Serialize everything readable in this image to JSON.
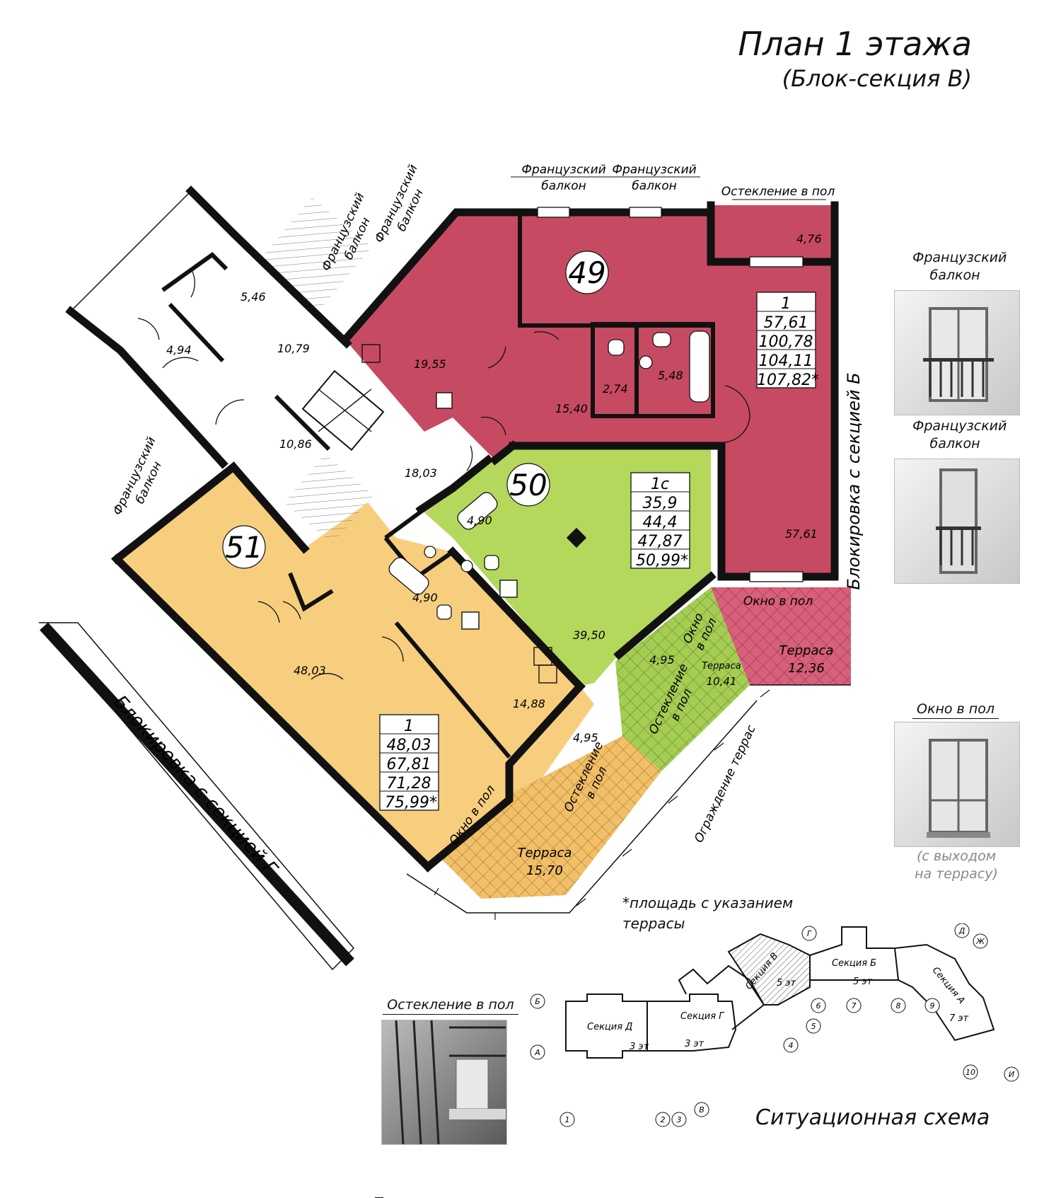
{
  "header": {
    "title": "План 1 этажа",
    "subtitle": "(Блок-секция В)"
  },
  "colors": {
    "apt49": "#c64b62",
    "apt50": "#b3d85c",
    "apt51": "#f7ce7e",
    "terrace49": "#d8607a",
    "terrace50": "#a4cd52",
    "terrace51": "#f1bf68",
    "wall": "#111111"
  },
  "apartments": [
    {
      "number": "49",
      "rooms": "1",
      "areas": [
        "57,61",
        "100,78",
        "104,11",
        "107,82*"
      ]
    },
    {
      "number": "50",
      "rooms": "1с",
      "areas": [
        "35,9",
        "44,4",
        "47,87",
        "50,99*"
      ]
    },
    {
      "number": "51",
      "rooms": "1",
      "areas": [
        "48,03",
        "67,81",
        "71,28",
        "75,99*"
      ]
    }
  ],
  "room_areas": {
    "r546": "5,46",
    "r494": "4,94",
    "r1079": "10,79",
    "r1086": "10,86",
    "r1803": "18,03",
    "r1955": "19,55",
    "r1540": "15,40",
    "r274": "2,74",
    "r548": "5,48",
    "r476": "4,76",
    "r5761": "57,61",
    "r490a": "4,90",
    "r490b": "4,90",
    "r3950": "39,50",
    "r495a": "4,95",
    "r4803": "48,03",
    "r1488": "14,88",
    "r495b": "4,95"
  },
  "labels": {
    "french_balcony_1": "Французский",
    "french_balcony_2": "балкон",
    "floor_glazing": "Остекление в пол",
    "block_b": "Блокировка с секцией Б",
    "block_g": "Блокировка с секцией Г",
    "window_floor": "Окно в пол",
    "terrace": "Терраса",
    "terrace_49": "12,36",
    "terrace_50": "10,41",
    "terrace_51": "15,70",
    "glazing_1": "Остекление",
    "glazing_2": "в пол",
    "window_1": "Окно",
    "window_2": "в пол",
    "terrace_fence": "Ограждение террас",
    "footnote_1": "*площадь с указанием",
    "footnote_2": "террасы"
  },
  "legend": {
    "french_balcony_1": "Французский",
    "french_balcony_2": "балкон",
    "window_floor": "Окно в пол",
    "window_note_1": "(с выходом",
    "window_note_2": "на террасу)",
    "glazing": "Остекление в пол"
  },
  "situation": {
    "title": "Ситуационная схема",
    "sections": [
      {
        "name": "Секция Д",
        "floors": "3 эт"
      },
      {
        "name": "Секция Г",
        "floors": "3 эт"
      },
      {
        "name": "Секция В",
        "floors": "5 эт"
      },
      {
        "name": "Секция Б",
        "floors": "5 эт"
      },
      {
        "name": "Секция А",
        "floors": "7 эт"
      }
    ],
    "axes": [
      "Б",
      "А",
      "1",
      "2",
      "3",
      "В",
      "4",
      "5",
      "6",
      "7",
      "8",
      "9",
      "10",
      "И",
      "Ж",
      "Д",
      "Г"
    ]
  }
}
